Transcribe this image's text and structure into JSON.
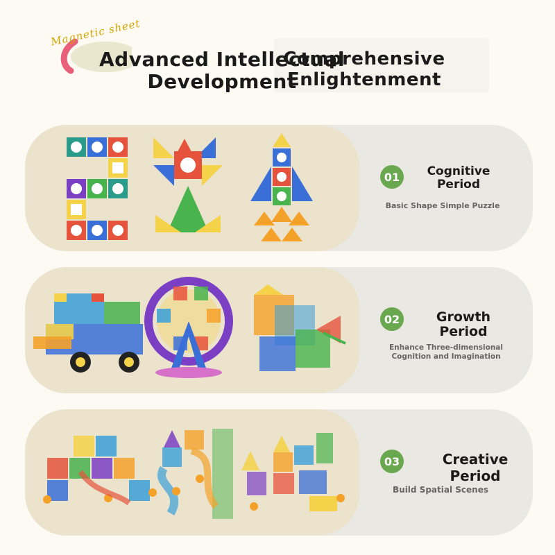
{
  "header": {
    "brand_script": "Magnetic sheet",
    "title_left": "Advanced Intellectual Development",
    "title_right": "Comprehensive Enlightenment"
  },
  "stages": [
    {
      "number": "01",
      "title": "Cognitive Period",
      "description": "Basic Shape Simple Puzzle",
      "images": [
        "letter-puzzle-tiles",
        "pinwheel-flower-tiles",
        "rocket-tiles"
      ]
    },
    {
      "number": "02",
      "title": "Growth Period",
      "description": "Enhance Three-dimensional Cognition and Imagination",
      "images": [
        "truck-build",
        "ferris-wheel-build",
        "3d-cube-build"
      ]
    },
    {
      "number": "03",
      "title": "Creative Period",
      "description": "Build Spatial Scenes",
      "images": [
        "marble-run-build",
        "marble-tower-build",
        "castle-scene-build"
      ]
    }
  ],
  "colors": {
    "background": "#fcfaf2",
    "card": "#e9e8e2",
    "image_panel": "#ece3cd",
    "badge": "#6aa84f",
    "description": "#666666",
    "accent_pink": "#e8607a",
    "script_gold": "#d4a400"
  }
}
